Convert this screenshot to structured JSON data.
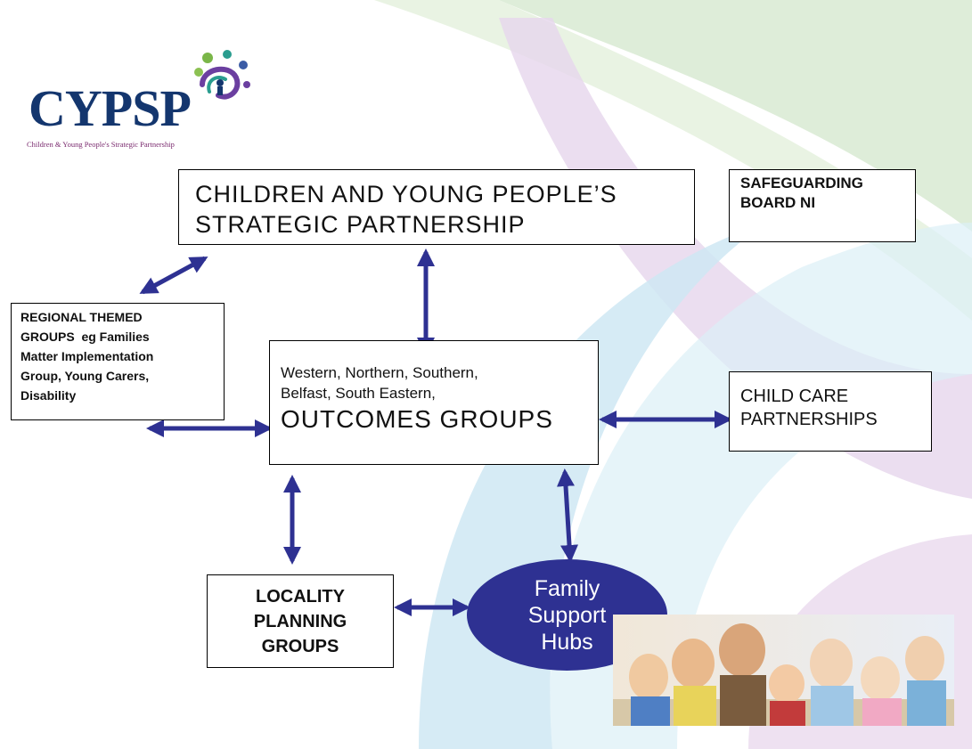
{
  "logo": {
    "wordmark": "CYPSP",
    "tagline": "Children & Young People's Strategic Partnership"
  },
  "nodes": {
    "cypsp": {
      "line1": "CHILDREN AND YOUNG PEOPLE’S",
      "line2": "STRATEGIC PARTNERSHIP"
    },
    "safeguarding": {
      "line1": "SAFEGUARDING",
      "line2": "BOARD NI"
    },
    "regional": {
      "line1": "REGIONAL THEMED",
      "line2": "GROUPS  eg Families",
      "line3": "Matter Implementation",
      "line4": "Group, Young Carers,",
      "line5": "Disability"
    },
    "outcomes": {
      "line1": "Western, Northern, Southern,",
      "line2": "Belfast, South Eastern,",
      "line3": "OUTCOMES GROUPS"
    },
    "childcare": {
      "line1": "CHILD CARE",
      "line2": "PARTNERSHIPS"
    },
    "locality": {
      "line1": "LOCALITY",
      "line2": "PLANNING",
      "line3": "GROUPS"
    },
    "hubs": {
      "line1": "Family",
      "line2": "Support",
      "line3": "Hubs"
    }
  },
  "colors": {
    "arrow": "#2e3192",
    "hub_fill": "#2e3192",
    "logo_navy": "#14366e",
    "logo_purple": "#7a2a6e"
  }
}
